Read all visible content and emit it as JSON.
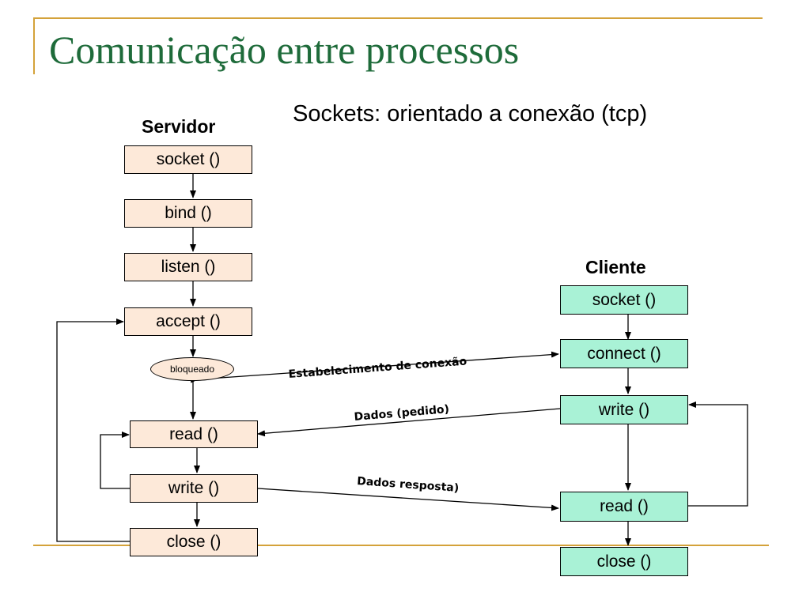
{
  "slide": {
    "title": "Comunicação entre processos",
    "subtitle": "Sockets: orientado a conexão (tcp)"
  },
  "server": {
    "heading": "Servidor",
    "socket": "socket ()",
    "bind": "bind ()",
    "listen": "listen ()",
    "accept": "accept ()",
    "blocked": "bloqueado",
    "read": "read ()",
    "write": "write ()",
    "close": "close ()"
  },
  "client": {
    "heading": "Cliente",
    "socket": "socket ()",
    "connect": "connect ()",
    "write": "write ()",
    "read": "read ()",
    "close": "close ()"
  },
  "messages": {
    "connection": "Estabelecimento de conexão",
    "request": "Dados (pedido)",
    "response": "Dados resposta)"
  },
  "colors": {
    "title": "#1e6b3a",
    "rule": "#d4a23a",
    "server_box": "#fde9d9",
    "client_box": "#a9f2d6"
  }
}
